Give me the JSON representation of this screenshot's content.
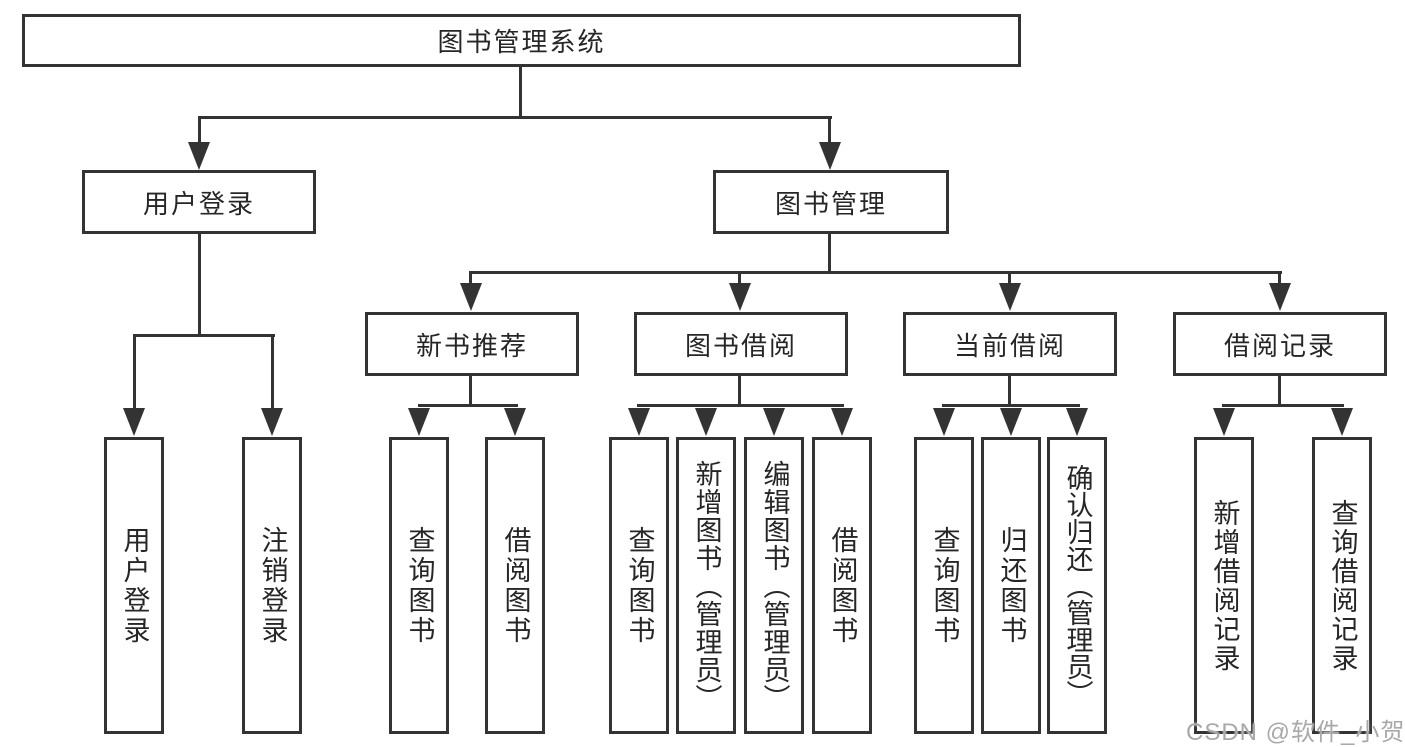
{
  "diagram": {
    "root": "图书管理系统",
    "branches": [
      {
        "label": "用户登录",
        "leaves": [
          "用户登录",
          "注销登录"
        ]
      },
      {
        "label": "图书管理",
        "groups": [
          {
            "label": "新书推荐",
            "leaves": [
              "查询图书",
              "借阅图书"
            ]
          },
          {
            "label": "图书借阅",
            "leaves": [
              "查询图书",
              "新增图书（管理员）",
              "编辑图书（管理员）",
              "借阅图书"
            ]
          },
          {
            "label": "当前借阅",
            "leaves": [
              "查询图书",
              "归还图书",
              "确认归还（管理员）"
            ]
          },
          {
            "label": "借阅记录",
            "leaves": [
              "新增借阅记录",
              "查询借阅记录"
            ]
          }
        ]
      }
    ]
  },
  "watermark": "CSDN @软件_小贺同学",
  "colors": {
    "line": "#333333",
    "text": "#262626",
    "watermark": "#a9a9a9",
    "background": "#ffffff"
  }
}
